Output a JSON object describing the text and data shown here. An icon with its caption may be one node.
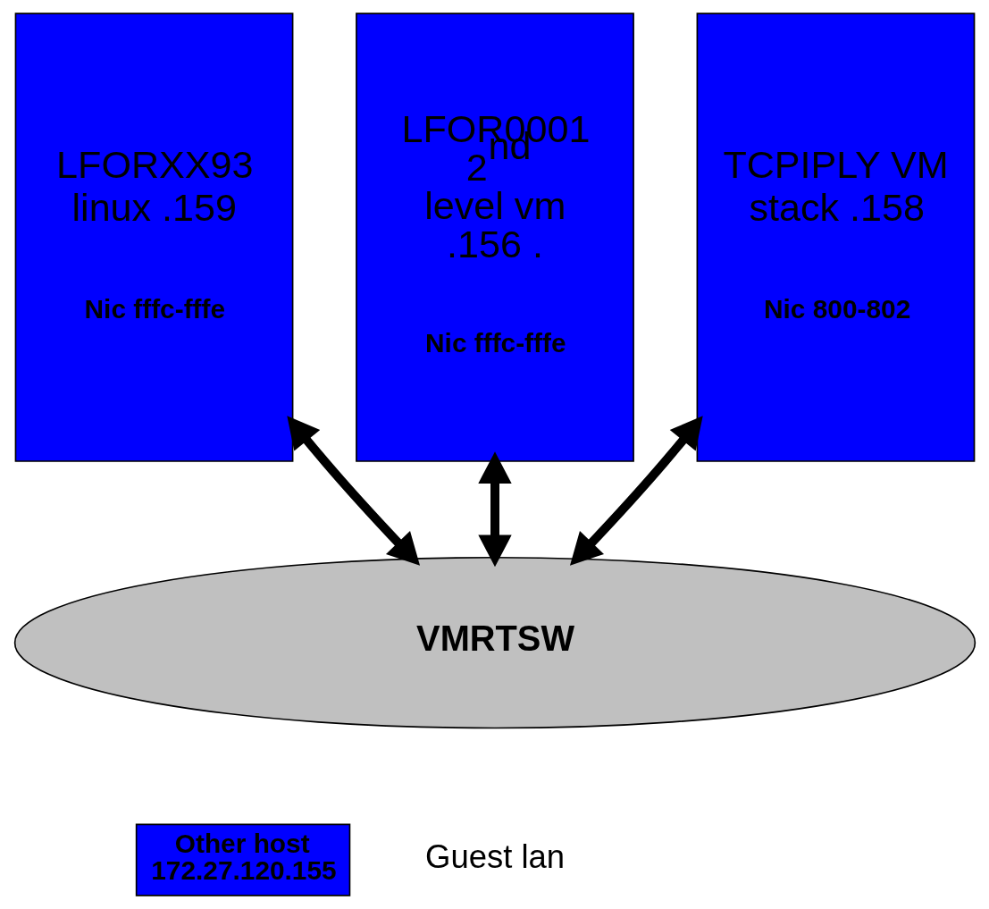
{
  "diagram": {
    "nodes": [
      {
        "text": [
          "LFORXX93 linux .159",
          "Nic fffc-fffe"
        ]
      },
      {
        "text": [
          "LFOR0001 2$^{nd}$ level vm .156 .",
          "Nic fffc-fffe"
        ]
      },
      {
        "text": [
          "TCPIPLY VM stack .158",
          "Nic 800-802"
        ]
      },
      {
        "text": [
          "VMRTSW"
        ],
        "beside": [
          "Guest lan"
        ]
      },
      {
        "text": [
          "Other host 172.27.120.155"
        ]
      }
    ],
    "edges": [
      {
        "from": 0,
        "to": 3,
        "arrow": "both"
      },
      {
        "from": 1,
        "to": 3,
        "arrow": "both"
      },
      {
        "from": 2,
        "to": 3,
        "arrow": "both"
      }
    ]
  }
}
